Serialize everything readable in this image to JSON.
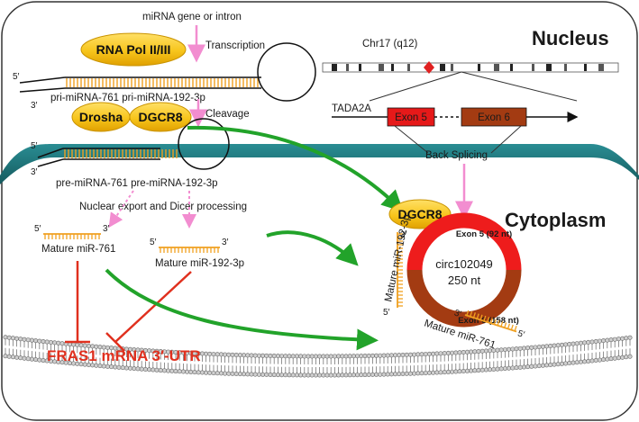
{
  "compartments": {
    "nucleus": "Nucleus",
    "cytoplasm": "Cytoplasm"
  },
  "enzymes": {
    "rna_pol": "RNA Pol II/III",
    "drosha": "Drosha",
    "dgcr8": "DGCR8"
  },
  "labels": {
    "gene": "miRNA gene  or intron",
    "transcription": "Transcription",
    "cleavage": "Cleavage",
    "pri_mirna": "pri-miRNA-761 pri-miRNA-192-3p",
    "pre_mirna": "pre-miRNA-761 pre-miRNA-192-3p",
    "five_prime": "5′",
    "three_prime": "3′",
    "chromosome": "Chr17 (q12)",
    "gene_name": "TADA2A",
    "exon5": "Exon 5",
    "exon6": "Exon 6",
    "back_splicing": "Back Splicing",
    "export": "Nuclear export and Dicer processing",
    "mature_761": "Mature miR-761",
    "mature_192": "Mature miR-192-3p",
    "target": "FRAS1 mRNA 3′-UTR"
  },
  "circrna": {
    "name": "circ102049",
    "length": "250 nt",
    "exon5": "Exon 5 (92 nt)",
    "exon6": "Exon 6 (158 nt)"
  },
  "colors": {
    "nuclear_envelope": "#1f7479",
    "enzyme_fill": "#f7c51c",
    "exon5": "#e61919",
    "exon6": "#a33b12",
    "sponge_arrow": "#22a32a",
    "inhibition": "#e0301e",
    "process_arrow": "#f28dd0",
    "mirna_strand": "#f0a020"
  }
}
